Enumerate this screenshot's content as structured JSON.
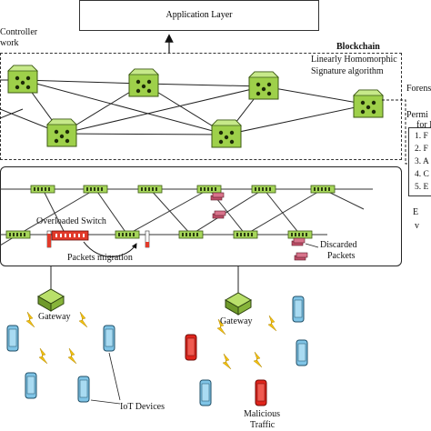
{
  "top": {
    "app_layer": "Application Layer",
    "controller_line1": "Controller",
    "controller_line2": "work"
  },
  "blockchain": {
    "title": "Blockchain",
    "algo_line1": "Linearly Homomorphic",
    "algo_line2": "Signature algorithm"
  },
  "right_panel": {
    "forensic": "Forens",
    "permission_line1": "Permi",
    "permission_line2": "for I",
    "items": [
      "1. F",
      "2. F",
      "3. A",
      "4. C",
      "5. E"
    ]
  },
  "data_plane": {
    "overloaded_switch": "Overloaded Switch",
    "packets_migration": "Packets migration",
    "discarded_line1": "Discarded",
    "discarded_line2": "Packets",
    "side_label_1": "E",
    "side_label_2": "v"
  },
  "devices": {
    "gateway_left": "Gateway",
    "gateway_right": "Gateway",
    "iot_devices": "IoT Devices",
    "malicious_line1": "Malicious",
    "malicious_line2": "Traffic"
  },
  "colors": {
    "controller_green": "#9ed04a",
    "switch_green": "#a6d65a",
    "iot_blue": "#7fc4e6",
    "malicious_red": "#e0241b",
    "lightning_yellow": "#f2c012",
    "discard_pink": "#c0506a",
    "overload_red": "#e23a2a"
  }
}
